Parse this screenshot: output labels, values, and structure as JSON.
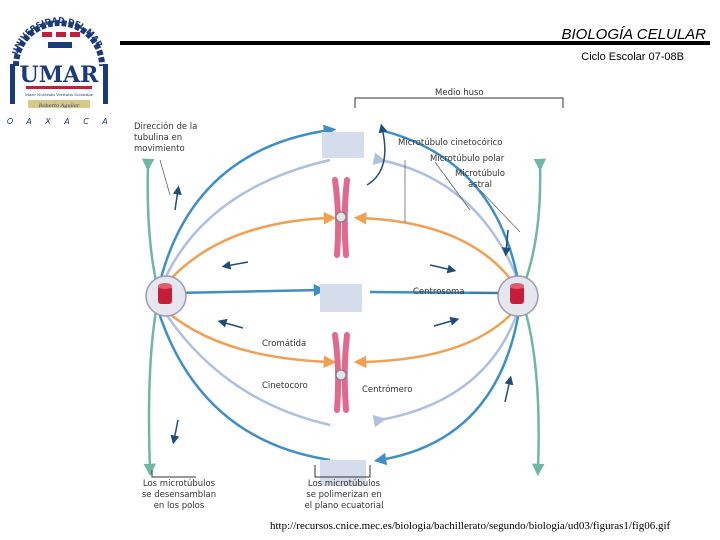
{
  "header": {
    "title": "BIOLOGÍA CELULAR",
    "subtitle": "Ciclo Escolar 07-08B"
  },
  "logo": {
    "arc_text": "UNIVERSIDAD DEL MAR",
    "monogram": "UMAR",
    "motto": "Mare Nostrum Veritatis Scientiae",
    "signature": "Roberto Aguilar",
    "state_letters": [
      "O",
      "A",
      "X",
      "A",
      "C",
      "A"
    ]
  },
  "labels": {
    "medio_huso": "Medio huso",
    "direccion": [
      "Dirección de la",
      "tubulina en",
      "movimiento"
    ],
    "mt_cinetocorico": "Microtúbulo cinetocórico",
    "mt_polar": "Microtúbulo polar",
    "mt_astral": [
      "Microtúbulo",
      "astral"
    ],
    "centrosoma": "Centrosoma",
    "cromatida": "Cromátida",
    "cinetocoro": "Cinetocoro",
    "centromero": "Centrómero",
    "despolimerizan": [
      "Los microtúbulos",
      "se desensamblan",
      "en los polos"
    ],
    "polimerizan": [
      "Los microtúbulos",
      "se polimerizan en",
      "el plano ecuatorial"
    ]
  },
  "colors": {
    "astral": "#6fb7a4",
    "kinetochore_mt": "#3d8fc6",
    "polar": "#f0a050",
    "light_blue": "#aebfe0",
    "chromosome": "#e06a8e",
    "centrosome": "#c41e3a"
  },
  "source": "http://recursos.cnice.mec.es/biologia/bachillerato/segundo/biologia/ud03/figuras1/fig06.gif"
}
